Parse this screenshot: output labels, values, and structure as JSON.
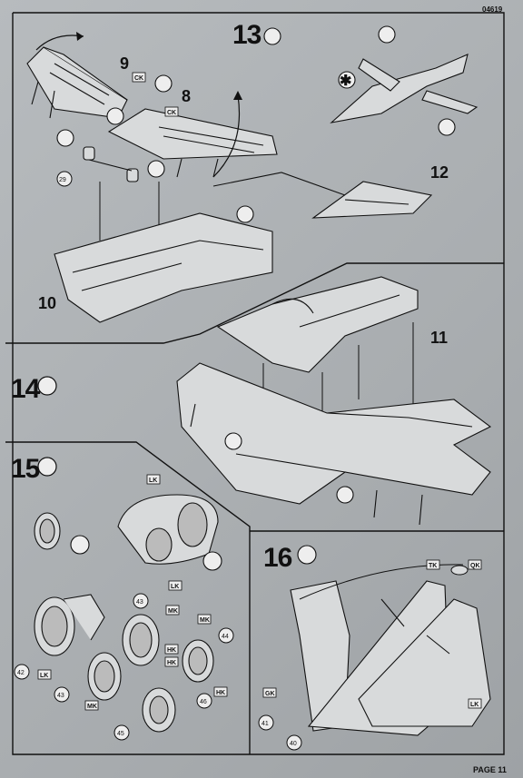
{
  "header": {
    "code": "04619"
  },
  "footer": {
    "page": "PAGE 11"
  },
  "steps": {
    "s13": {
      "number": "13"
    },
    "s14": {
      "number": "14"
    },
    "s15": {
      "number": "15"
    },
    "s16": {
      "number": "16"
    }
  },
  "callouts": {
    "p8": "8",
    "p9": "9",
    "p10": "10",
    "p11": "11",
    "p12": "12",
    "p29": "29",
    "p40": "40",
    "p41": "41",
    "p42": "42",
    "p43a": "43",
    "p43b": "43",
    "p44": "44",
    "p45": "45",
    "p46": "46"
  },
  "tags": {
    "ck1": "CK",
    "ck2": "CK",
    "lk1": "LK",
    "lk2": "LK",
    "lk3": "LK",
    "mk1": "MK",
    "mk2": "MK",
    "mk3": "MK",
    "hk1": "HK",
    "hk2": "HK",
    "hk3": "HK",
    "gk1": "GK",
    "qk1": "QK",
    "tk1": "TK"
  },
  "symbols": {
    "asterisk": "✱"
  }
}
